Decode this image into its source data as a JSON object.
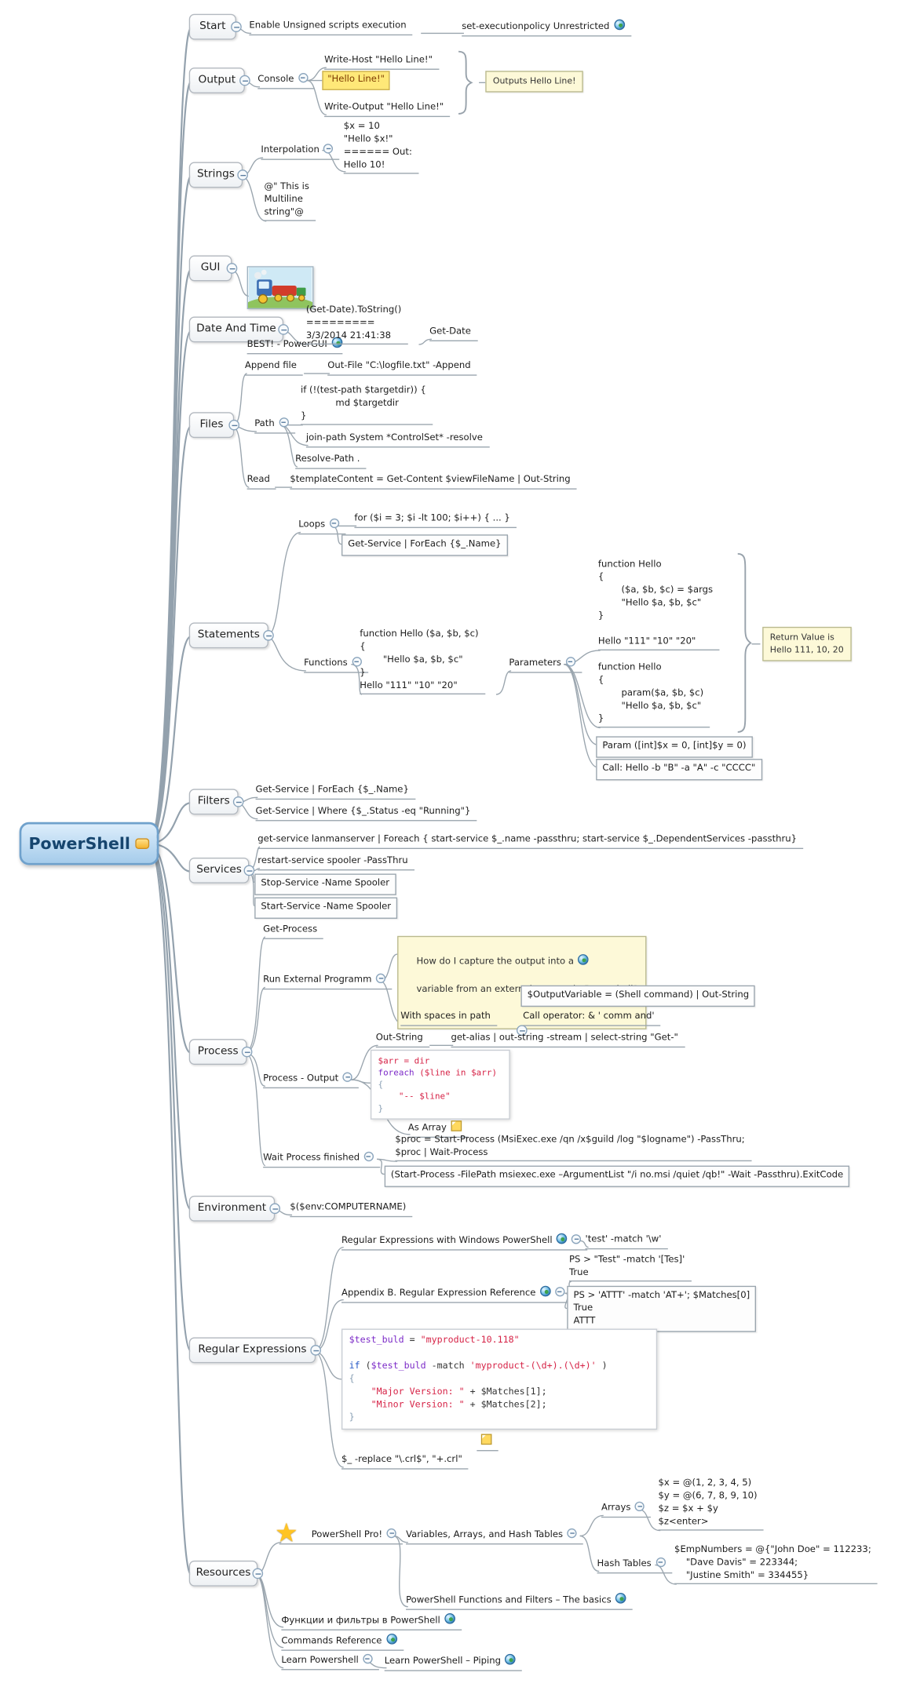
{
  "root": {
    "label": "PowerShell"
  },
  "icons": {
    "star": "★"
  },
  "topics": {
    "start": "Start",
    "output": "Output",
    "strings": "Strings",
    "gui": "GUI",
    "datetime": "Date And Time",
    "files": "Files",
    "statements": "Statements",
    "filters": "Filters",
    "services": "Services",
    "process": "Process",
    "environment": "Environment",
    "regex": "Regular Expressions",
    "resources": "Resources"
  },
  "start": {
    "enable": "Enable Unsigned scripts execution",
    "policy": "set-executionpolicy Unrestricted"
  },
  "output": {
    "console": "Console",
    "write_host": "Write-Host \"Hello Line!\"",
    "highlight": "\"Hello Line!\"",
    "write_output": "Write-Output \"Hello Line!\"",
    "callout": "Outputs Hello Line!"
  },
  "strings": {
    "interpolation": "Interpolation",
    "interp_code": "$x = 10\n\"Hello $x!\"\n====== Out:\nHello 10!",
    "multiline": "@\" This is\nMultiline\nstring\"@"
  },
  "gui": {
    "best": "BEST! - PowerGUI"
  },
  "datetime": {
    "code": "(Get-Date).ToString()\n=========\n3/3/2014 21:41:38",
    "cmd": "Get-Date"
  },
  "files": {
    "append_label": "Append file",
    "append_cmd": "Out-File \"C:\\logfile.txt\" -Append",
    "path_label": "Path",
    "path_code": "if (!(test-path $targetdir)) {\n            md $targetdir\n}",
    "join_path": "join-path System *ControlSet* -resolve",
    "resolve": "Resolve-Path .",
    "read_label": "Read",
    "read_cmd": "$templateContent = Get-Content $viewFileName | Out-String"
  },
  "statements": {
    "loops_label": "Loops",
    "for_loop": "for ($i = 3; $i -lt 100; $i++) { ... }",
    "foreach_box": "Get-Service | ForEach {$_.Name}",
    "functions_label": "Functions",
    "func_code": "function Hello ($a, $b, $c)\n{\n        \"Hello $a, $b, $c\"\n}\nHello \"111\" \"10\" \"20\"",
    "params_label": "Parameters",
    "param_code1": "function Hello\n{\n        ($a, $b, $c) = $args\n        \"Hello $a, $b, $c\"\n}\n\nHello \"111\" \"10\" \"20\"",
    "param_code2": "function Hello\n{\n        param($a, $b, $c)\n        \"Hello $a, $b, $c\"\n}",
    "callout": "Return Value is\nHello 111, 10, 20",
    "param_box1": "Param ([int]$x = 0, [int]$y = 0)",
    "param_box2": "Call: Hello -b \"B\" -a \"A\" -c \"CCCC\""
  },
  "filters": {
    "foreach": "Get-Service | ForEach {$_.Name}",
    "where": "Get-Service | Where {$_.Status -eq \"Running\"}"
  },
  "services": {
    "dependent": "get-service lanmanserver | Foreach { start-service $_.name -passthru; start-service $_.DependentServices -passthru}",
    "restart": "restart-service spooler -PassThru",
    "stop": "Stop-Service -Name Spooler",
    "start": "Start-Service -Name Spooler"
  },
  "process": {
    "get_process": "Get-Process",
    "run_external": "Run External Programm",
    "capture_l1": "How do I capture the output into a",
    "capture_l2": "variable from an external process in Powershell?",
    "output_variable": "$OutputVariable = (Shell command) | Out-String",
    "with_spaces": "With spaces in path",
    "call_operator": "Call operator: & ' comm and'",
    "process_output": "Process - Output",
    "out_string_label": "Out-String",
    "out_string_cmd": "get-alias | out-string -stream | select-string \"Get-\"",
    "as_array": "As Array",
    "wait_label": "Wait Process finished",
    "wait_code": "$proc = Start-Process (MsiExec.exe /qn /x$guild /log \"$logname\") -PassThru;\n$proc | Wait-Process",
    "wait_box": "(Start-Process -FilePath msiexec.exe –ArgumentList \"/i no.msi /quiet /qb!\" -Wait -Passthru).ExitCode"
  },
  "environment": {
    "computername": "$($env:COMPUTERNAME)"
  },
  "regex": {
    "with_ps": "Regular Expressions with Windows PowerShell",
    "test_match": "'test' -match '\\w'",
    "appendix": "Appendix B. Regular Expression Reference",
    "example1": "PS > \"Test\" -match '[Tes]'\nTrue",
    "example2": "PS > 'ATTT' -match 'AT+'; $Matches[0]\nTrue\nATTT",
    "replace": "$_ -replace \"\\.crl$\", \"+.crl\""
  },
  "resources": {
    "ps_pro": "PowerShell Pro!",
    "vah": "Variables, Arrays, and Hash Tables",
    "arrays_label": "Arrays",
    "arrays_code": "$x = @(1, 2, 3, 4, 5)\n$y = @(6, 7, 8, 9, 10)\n$z = $x + $y\n$z<enter>",
    "hash_label": "Hash Tables",
    "hash_code": "$EmpNumbers = @{\"John Doe\" = 112233;\n    \"Dave Davis\" = 223344;\n    \"Justine Smith\" = 334455}",
    "functions_filters": "PowerShell Functions and Filters – The basics",
    "russian": "Функции и фильтры в PowerShell",
    "commands_ref": "Commands Reference",
    "learn": "Learn Powershell",
    "learn_piping": "Learn PowerShell – Piping"
  },
  "code_blocks": {
    "proc": [
      [
        {
          "t": "$arr = dir",
          "c": "s"
        }
      ],
      [
        {
          "t": "foreach ",
          "c": "k"
        },
        {
          "t": "($line in $arr)",
          "c": "s"
        }
      ],
      [
        {
          "t": "{",
          "c": "b"
        }
      ],
      [
        {
          "t": "    \"-- $line\"",
          "c": "s"
        }
      ],
      [
        {
          "t": "}",
          "c": "b"
        }
      ]
    ],
    "regexcode": [
      [
        {
          "t": "$test_buld",
          "c": "k"
        },
        {
          "t": " = ",
          "c": "p"
        },
        {
          "t": "\"myproduct-10.118\"",
          "c": "s"
        }
      ],
      [],
      [
        {
          "t": "if ",
          "c": "i"
        },
        {
          "t": "(",
          "c": "p"
        },
        {
          "t": "$test_buld",
          "c": "k"
        },
        {
          "t": " -match ",
          "c": "p"
        },
        {
          "t": "'myproduct-(\\d+).(\\d+)'",
          "c": "s"
        },
        {
          "t": " )",
          "c": "p"
        }
      ],
      [
        {
          "t": "{",
          "c": "b"
        }
      ],
      [
        {
          "t": "    \"Major Version: \"",
          "c": "s"
        },
        {
          "t": " + $Matches[1];",
          "c": "p"
        }
      ],
      [
        {
          "t": "    \"Minor Version: \"",
          "c": "s"
        },
        {
          "t": " + $Matches[2];",
          "c": "p"
        }
      ],
      [
        {
          "t": "}",
          "c": "b"
        }
      ]
    ]
  }
}
